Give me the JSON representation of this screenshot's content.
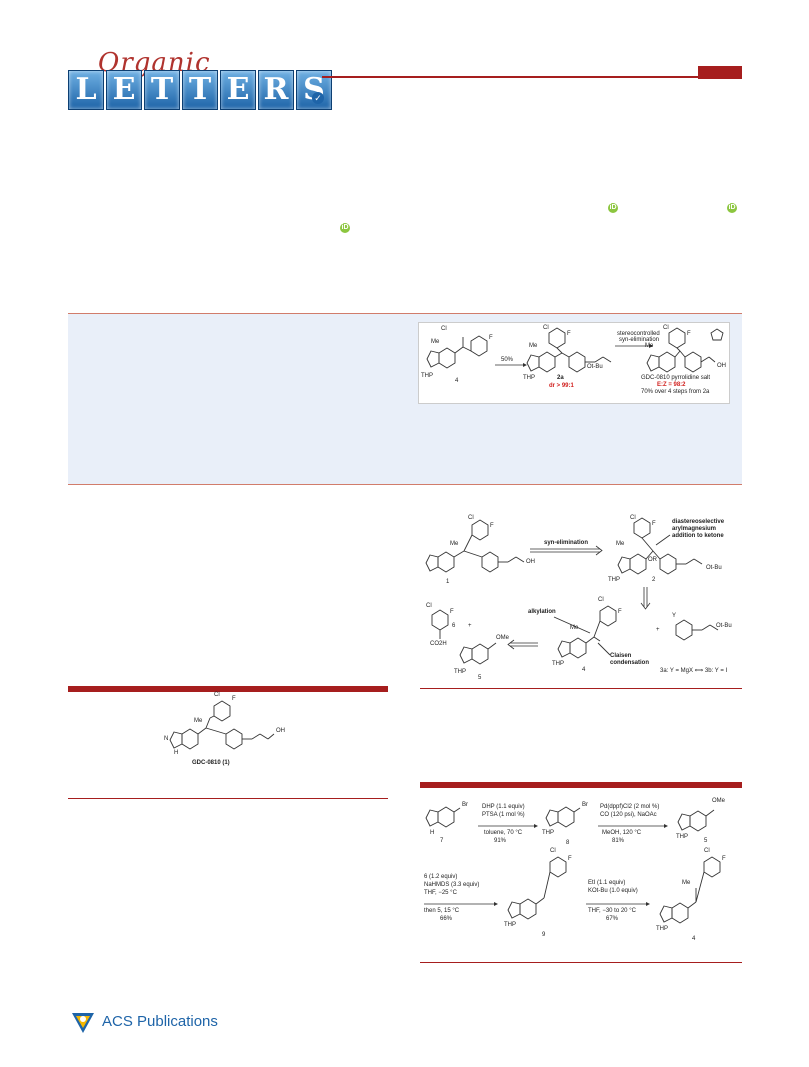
{
  "header": {
    "logo_script": "Organic",
    "logo_letters": [
      "L",
      "E",
      "T",
      "T",
      "E",
      "R",
      "S"
    ]
  },
  "toc": {
    "yield_step": "50%",
    "compound_4": "4",
    "compound_2a": "2a",
    "dr": "dr > 99:1",
    "arrow_label_1": "stereocontrolled",
    "arrow_label_2": "syn-elimination",
    "product_name": "GDC-0810 pyrrolidine salt",
    "ez_ratio": "E:Z = 98:2",
    "overall_yield": "70% over 4 steps from 2a",
    "thp": "THP",
    "me": "Me",
    "cl": "Cl",
    "f": "F",
    "oh": "OH",
    "otbu": "Ot-Bu"
  },
  "figure1": {
    "compound": "GDC-0810 (1)",
    "me": "Me",
    "cl": "Cl",
    "f": "F",
    "oh": "OH",
    "n": "N",
    "h": "H"
  },
  "scheme1": {
    "syn_elim": "syn-elimination",
    "diastereo_1": "diastereoselective",
    "diastereo_2": "arylmagnesium",
    "diastereo_3": "addition to ketone",
    "alkylation": "alkylation",
    "claisen_1": "Claisen",
    "claisen_2": "condensation",
    "c1": "1",
    "c2": "2",
    "c4": "4",
    "c5": "5",
    "c6": "6",
    "c3": "3a: Y = MgX ⟺ 3b: Y = I",
    "or": "OR",
    "co2h": "CO2H",
    "ome": "OMe",
    "y": "Y",
    "plus": "+",
    "thp": "THP",
    "me": "Me",
    "cl": "Cl",
    "f": "F",
    "oh": "OH",
    "otbu": "Ot-Bu"
  },
  "scheme2": {
    "step1_reagents_1": "DHP (1.1 equiv)",
    "step1_reagents_2": "PTSA (1 mol %)",
    "step1_cond": "toluene, 70 °C",
    "step1_yield": "91%",
    "step2_reagents_1": "Pd(dppf)Cl2 (2 mol %)",
    "step2_reagents_2": "CO (120 psi), NaOAc",
    "step2_cond": "MeOH, 120 °C",
    "step2_yield": "81%",
    "step3_reagents_1": "6 (1.2 equiv)",
    "step3_reagents_2": "NaHMDS (3.3 equiv)",
    "step3_cond_1": "THF, −25 °C",
    "step3_cond_2": "then 5, 15 °C",
    "step3_yield": "66%",
    "step4_reagents_1": "EtI (1.1 equiv)",
    "step4_reagents_2": "KOt-Bu (1.0 equiv)",
    "step4_cond": "THF, −30 to 20 °C",
    "step4_yield": "67%",
    "c7": "7",
    "c8": "8",
    "c5": "5",
    "c9": "9",
    "c4": "4",
    "br": "Br",
    "thp": "THP",
    "ome": "OMe",
    "me": "Me",
    "cl": "Cl",
    "f": "F",
    "h": "H"
  },
  "footer": {
    "publisher": "ACS Publications"
  }
}
